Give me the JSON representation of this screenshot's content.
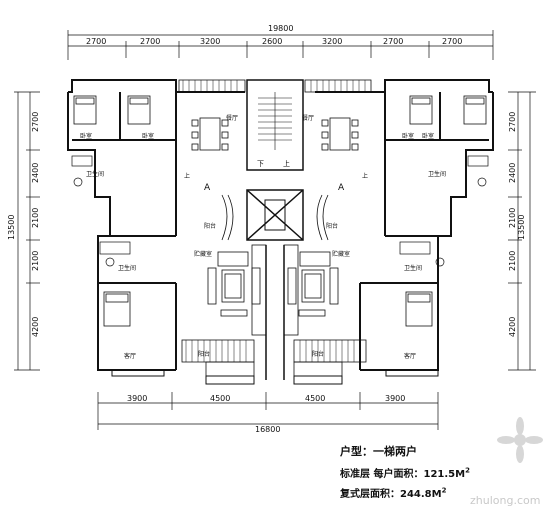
{
  "plan": {
    "total_width": "19800",
    "top_dims": [
      "2700",
      "2700",
      "3200",
      "2600",
      "3200",
      "2700",
      "2700"
    ],
    "bottom_dims": [
      "3900",
      "4500",
      "4500",
      "3900"
    ],
    "bottom_total": "16800",
    "left_total": "13500",
    "right_total": "13500",
    "side_dims": [
      "2700",
      "2400",
      "2100",
      "2100",
      "4200"
    ],
    "rooms": {
      "bedroom": "卧室",
      "bedroom2": "卧室",
      "dining": "餐厅",
      "bathroom": "卫生间",
      "balcony": "阳台",
      "utility_balcony": "阳台",
      "storage": "贮藏室",
      "living": "客厅",
      "stair_down": "下",
      "stair_up": "上",
      "up": "上",
      "unit": "A"
    }
  },
  "info": {
    "type_label": "户型：",
    "type_value": "一梯两户",
    "std_label": "标准层 每户面积：121.5M",
    "duplex_label": "复式层面积：244.8M",
    "sup": "2"
  },
  "watermark": "zhulong.com"
}
